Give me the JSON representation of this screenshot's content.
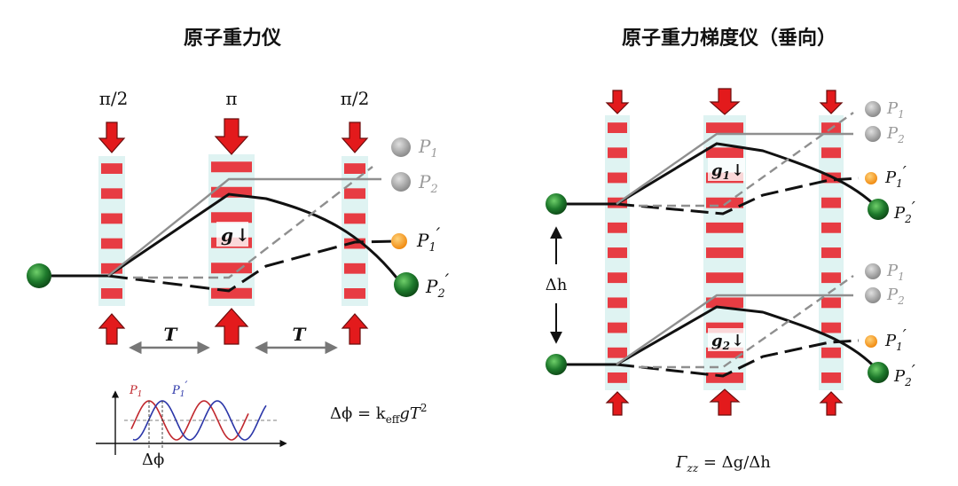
{
  "titles": {
    "left": "原子重力仪",
    "right": "原子重力梯度仪（垂向）"
  },
  "pulses": {
    "first": "π/2",
    "middle": "π",
    "last": "π/2"
  },
  "ports": {
    "p1": "P",
    "p2": "P",
    "p1_sub": "1",
    "p2_sub": "2",
    "p1_prime": "P",
    "p2_prime": "P",
    "prime": "′"
  },
  "gravity": {
    "left": "g",
    "upper": "g",
    "upper_sub": "1",
    "lower": "g",
    "lower_sub": "2",
    "arrow": "↓"
  },
  "interval": "T",
  "separation": "Δh",
  "inset": {
    "p1": "P",
    "p1_sub": "1",
    "p1prime": "P",
    "p1prime_sub": "1",
    "p1prime_mark": "′",
    "dphi": "Δϕ"
  },
  "formulas": {
    "phase": "Δϕ = k",
    "phase_sub": "eff",
    "phase_rest": "gT",
    "phase_sup": "2",
    "gradient": "Γ",
    "gradient_sub": "zz",
    "gradient_rest": " = Δg/Δh"
  },
  "colors": {
    "beam_red": "#e8222a",
    "beam_glow": "#dff3f2",
    "arrow_red": "#e31a1c",
    "atom_green": "#1e7a2c",
    "port_gray": "#9b9b9b",
    "port_orange": "#f5a623",
    "inset_red": "#c0272d",
    "inset_blue": "#2a35a8"
  }
}
